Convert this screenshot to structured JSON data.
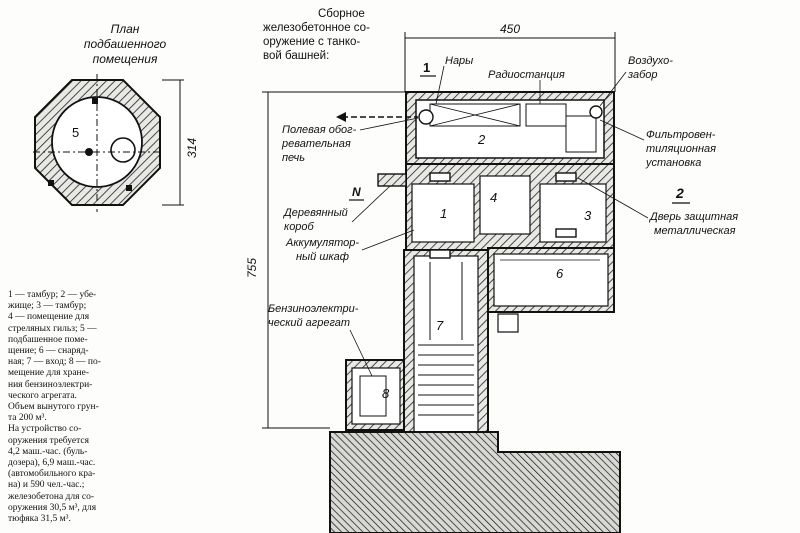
{
  "plan_title": [
    "План",
    "подбашенного",
    "помещения"
  ],
  "plan_room_number": "5",
  "plan_dimension": "314",
  "structure_title": [
    "Сборное",
    "железобетонное со-",
    "оружение с танко-",
    "вой башней:"
  ],
  "width_dimension": "450",
  "height_dimension": "755",
  "section_marker_1": "1",
  "section_marker_2": "2",
  "north_marker": "N",
  "labels": {
    "bunks": "Нары",
    "radio": "Радиостанция",
    "air_intake": [
      "Воздухо-",
      "забор"
    ],
    "stove": [
      "Полевая обог-",
      "ревательная",
      "печь"
    ],
    "filter": [
      "Фильтровен-",
      "тиляционная",
      "установка"
    ],
    "wooden_box": [
      "Деревянный",
      "короб"
    ],
    "battery": [
      "Аккумулятор-",
      "ный шкаф"
    ],
    "door": [
      "Дверь защитная",
      "металлическая"
    ],
    "generator": [
      "Бензиноэлектри-",
      "ческий агрегат"
    ]
  },
  "room_numbers": [
    "1",
    "2",
    "3",
    "4",
    "6",
    "7",
    "8"
  ],
  "legend_text": [
    "1 — тамбур; 2 — убе-",
    "жище; 3 — тамбур;",
    "4 — помещение для",
    "стреляных гильз; 5 —",
    "подбашенное поме-",
    "щение; 6 — снаряд-",
    "ная; 7 — вход; 8 — по-",
    "мещение для хране-",
    "ния бензиноэлектри-",
    "ческого агрегата.",
    "Объем вынутого грун-",
    "та 200 м³.",
    "На устройство со-",
    "оружения требуется",
    "4,2 маш.-час. (буль-",
    "дозера), 6,9 маш.-час.",
    "(автомобильного кра-",
    "на) и 590 чел.-час.;",
    "железобетона для со-",
    "оружения 30,5 м³, для",
    "тюфяка 31,5 м³."
  ]
}
